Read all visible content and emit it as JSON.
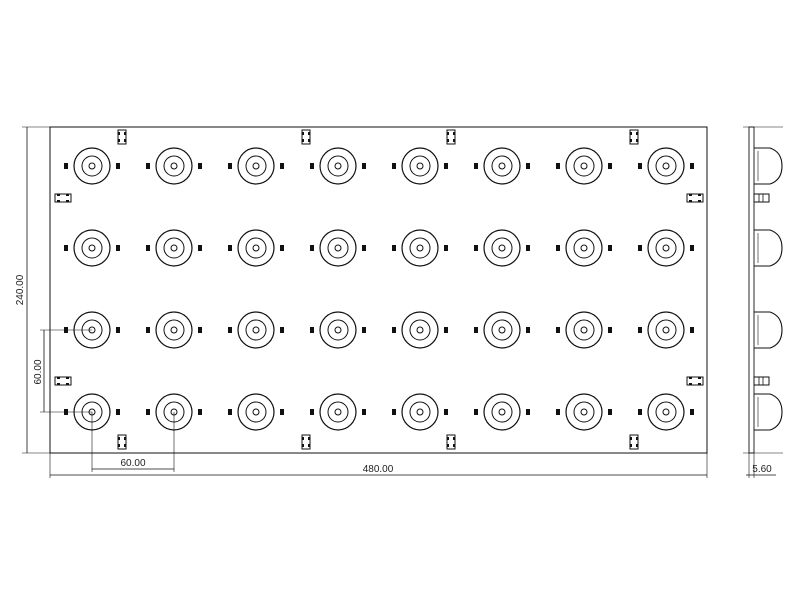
{
  "drawing": {
    "type": "LED panel layout drawing",
    "led_grid": {
      "rows": 4,
      "columns": 8,
      "pitch": 60
    },
    "dimensions": {
      "width": "480.00",
      "height": "240.00",
      "pitch_horizontal": "60.00",
      "pitch_vertical": "60.00",
      "thickness": "5.60"
    },
    "side_view": {
      "lens_count": 4,
      "connector_count": 2
    },
    "line_color": "#111111"
  }
}
